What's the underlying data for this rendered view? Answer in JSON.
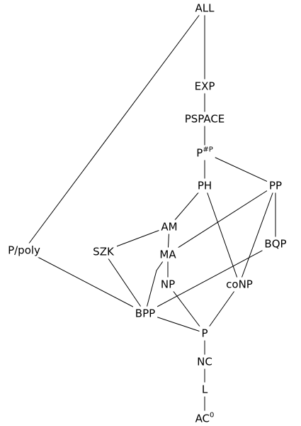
{
  "nodes": {
    "all": {
      "label": "ALL"
    },
    "exp": {
      "label": "EXP"
    },
    "pspace": {
      "label": "PSPACE"
    },
    "psharpp": {
      "label": "P",
      "sup": "#P"
    },
    "ph": {
      "label": "PH"
    },
    "pp": {
      "label": "PP"
    },
    "am": {
      "label": "AM"
    },
    "szk": {
      "label": "SZK"
    },
    "ma": {
      "label": "MA"
    },
    "bqp": {
      "label": "BQP"
    },
    "ppoly": {
      "label": "P/poly"
    },
    "np": {
      "label": "NP"
    },
    "conp": {
      "label": "coNP"
    },
    "bpp": {
      "label": "BPP"
    },
    "p": {
      "label": "P"
    },
    "nc": {
      "label": "NC"
    },
    "l": {
      "label": "L"
    },
    "ac0": {
      "label": "AC",
      "sup": "0"
    }
  },
  "edges": [
    [
      "all",
      "exp"
    ],
    [
      "all",
      "ppoly"
    ],
    [
      "exp",
      "pspace"
    ],
    [
      "pspace",
      "psharpp"
    ],
    [
      "psharpp",
      "ph"
    ],
    [
      "psharpp",
      "pp"
    ],
    [
      "ph",
      "am"
    ],
    [
      "ph",
      "conp"
    ],
    [
      "pp",
      "ma"
    ],
    [
      "pp",
      "conp"
    ],
    [
      "pp",
      "bqp"
    ],
    [
      "am",
      "szk"
    ],
    [
      "am",
      "ma"
    ],
    [
      "ma",
      "np"
    ],
    [
      "ma",
      "bpp"
    ],
    [
      "szk",
      "bpp"
    ],
    [
      "ppoly",
      "bpp"
    ],
    [
      "bqp",
      "bpp"
    ],
    [
      "np",
      "p"
    ],
    [
      "conp",
      "p"
    ],
    [
      "bpp",
      "p"
    ],
    [
      "p",
      "nc"
    ],
    [
      "nc",
      "l"
    ],
    [
      "l",
      "ac0"
    ]
  ]
}
